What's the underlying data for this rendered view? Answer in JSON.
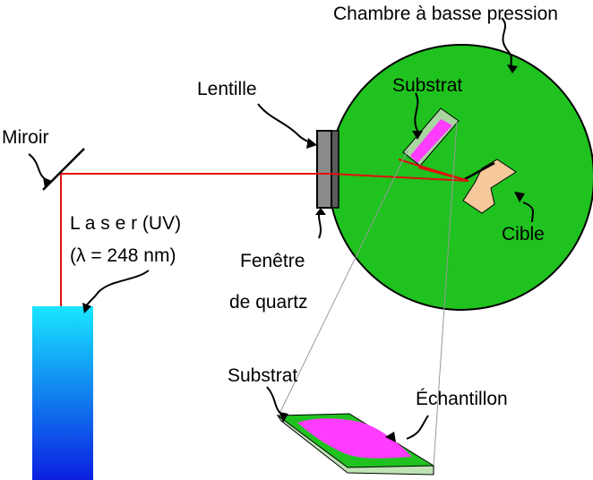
{
  "labels": {
    "chamber": "Chambre à basse pression",
    "substrate_top": "Substrat",
    "lens": "Lentille",
    "mirror": "Miroir",
    "laser_line1": "L a s e r (UV)",
    "laser_line2": "(λ = 248 nm)",
    "target": "Cible",
    "window_line1": "Fenêtre",
    "window_line2": "de quartz",
    "substrate_bottom": "Substrat",
    "sample": "Échantillon"
  },
  "colors": {
    "chamber_fill": "#1fc21f",
    "laser_beam": "#e01010",
    "target_fill": "#f6c89a",
    "deposit": "#ff3cff",
    "substrate_fill": "#a9d6a0",
    "window_fill": "#8a8a8a",
    "laser_gradient_top": "#19e6ff",
    "laser_gradient_bottom": "#0a1fe0"
  }
}
